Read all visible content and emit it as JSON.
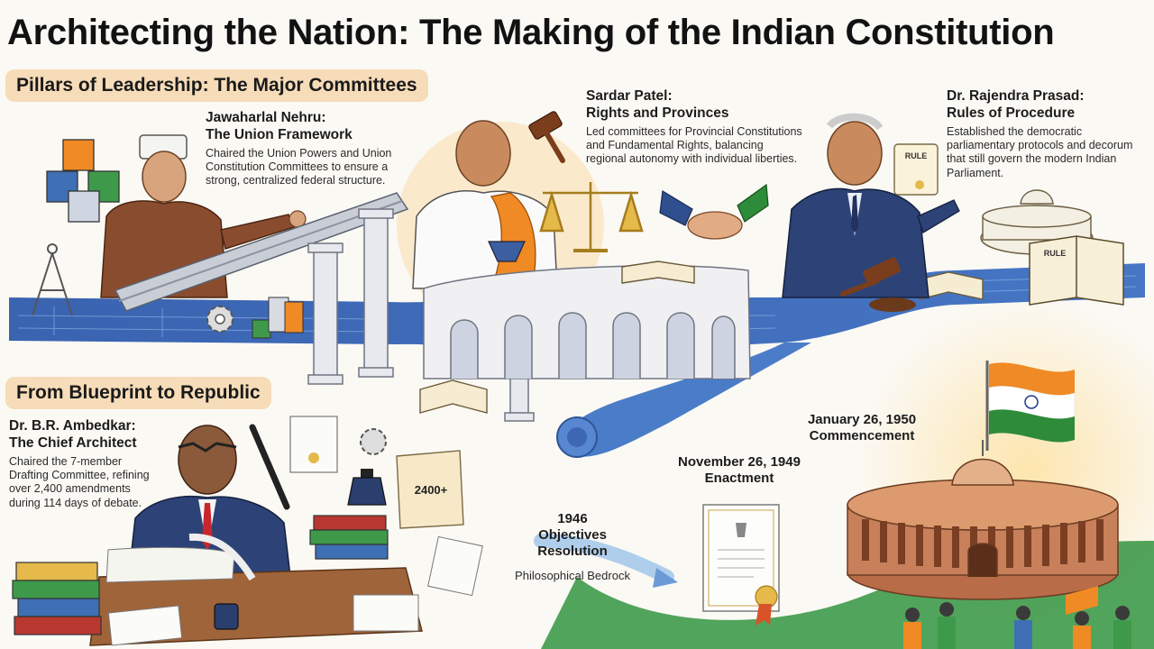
{
  "title": "Architecting the Nation: The Making of the Indian Constitution",
  "sections": {
    "leadership": "Pillars of Leadership: The Major Committees",
    "blueprint": "From Blueprint to Republic"
  },
  "leaders": {
    "nehru": {
      "name": "Jawaharlal Nehru:",
      "role": "The Union Framework",
      "desc": "Chaired the Union Powers and Union Constitution Committees to ensure a strong, centralized federal structure."
    },
    "patel": {
      "name": "Sardar Patel:",
      "role": "Rights and Provinces",
      "desc": "Led committees for Provincial Constitutions and Fundamental Rights, balancing regional autonomy with individual liberties."
    },
    "prasad": {
      "name": "Dr. Rajendra Prasad:",
      "role": "Rules of Procedure",
      "desc": "Established the democratic parliamentary protocols and decorum that still govern the modern Indian Parliament."
    },
    "ambedkar": {
      "name": "Dr. B.R. Ambedkar:",
      "role": "The Chief Architect",
      "desc": "Chaired the 7-member Drafting Committee, refining over 2,400 amendments during 114 days of debate."
    }
  },
  "milestones": {
    "m1946": {
      "date": "1946",
      "event": "Objectives Resolution",
      "sub": "Philosophical Bedrock"
    },
    "m1949": {
      "date": "November 26, 1949",
      "event": "Enactment"
    },
    "m1950": {
      "date": "January 26, 1950",
      "event": "Commencement"
    }
  },
  "artwork": {
    "amendment_badge": "2400+",
    "rule_scroll": "RULE",
    "rule_book": "RULE"
  },
  "colors": {
    "section_bg": "#f6dcb8",
    "blueprint_blue": "#3d67b5",
    "saffron": "#f08a24",
    "india_green": "#2e8b3a",
    "sandstone": "#c8805a"
  },
  "icons": [
    "puzzle-cubes-icon",
    "compass-icon",
    "gear-icon",
    "gavel-icon",
    "scales-icon",
    "handshake-icon",
    "quill-pen-icon",
    "ink-bottle-icon",
    "parliament-icon",
    "flag-icon"
  ]
}
